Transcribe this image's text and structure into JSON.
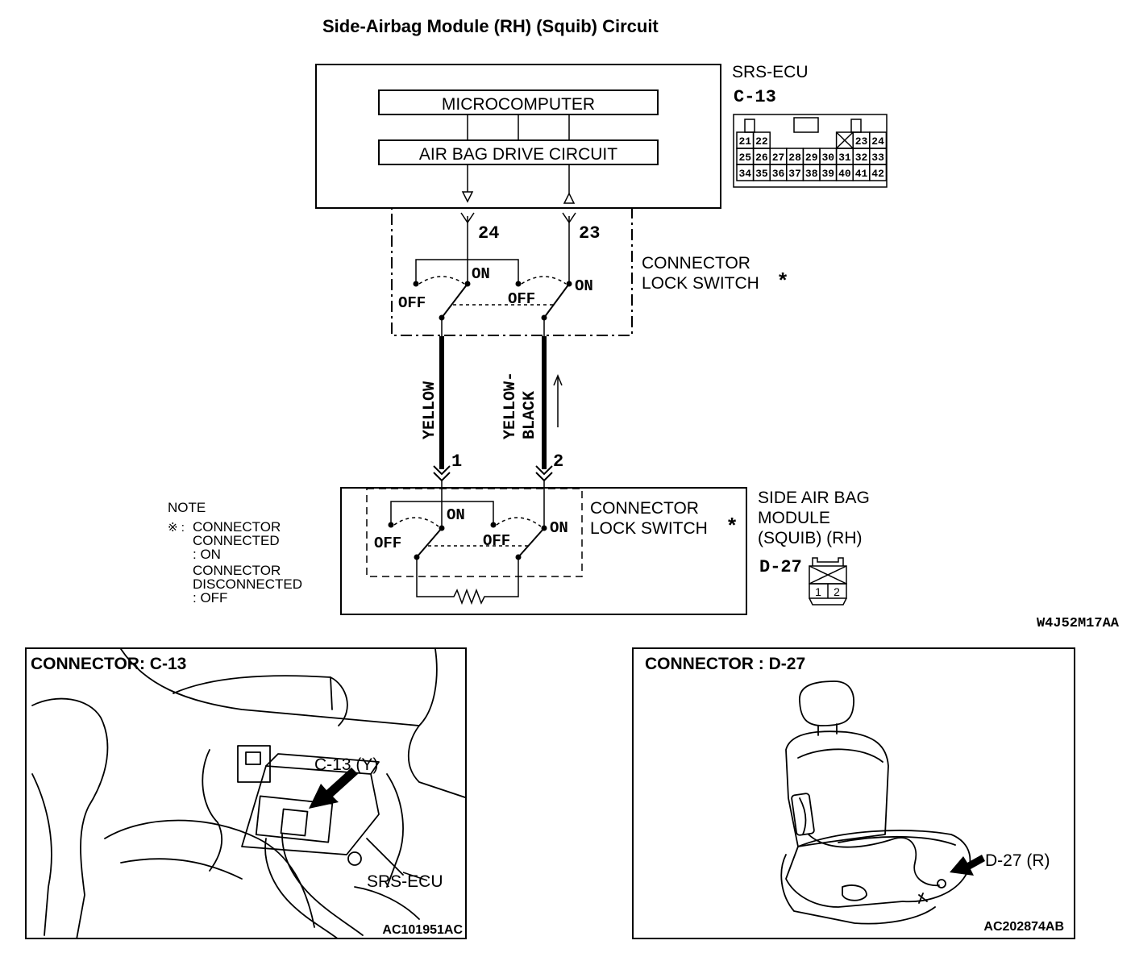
{
  "title": "Side-Airbag Module (RH) (Squib) Circuit",
  "ecu": {
    "name": "SRS-ECU",
    "connector_id": "C-13",
    "blocks": [
      "MICROCOMPUTER",
      "AIR BAG DRIVE CIRCUIT"
    ],
    "pin_rows": [
      [
        "21",
        "22",
        "",
        "",
        "",
        "",
        "",
        "23",
        "24"
      ],
      [
        "25",
        "26",
        "27",
        "28",
        "29",
        "30",
        "31",
        "32",
        "33"
      ],
      [
        "34",
        "35",
        "36",
        "37",
        "38",
        "39",
        "40",
        "41",
        "42"
      ]
    ],
    "pins_used": [
      "24",
      "23"
    ]
  },
  "lock_switch_label": "CONNECTOR LOCK SWITCH",
  "lock_switch_line1": "CONNECTOR",
  "lock_switch_line2": "LOCK SWITCH",
  "asterisk": "*",
  "switch_states": {
    "on": "ON",
    "off": "OFF"
  },
  "wires": [
    {
      "color": "YELLOW",
      "pin": "1"
    },
    {
      "color_line1": "YELLOW-",
      "color_line2": "BLACK",
      "pin": "2"
    }
  ],
  "module": {
    "line1": "SIDE AIR BAG",
    "line2": "MODULE",
    "line3": "(SQUIB) (RH)",
    "connector_id": "D-27",
    "pins": [
      "1",
      "2"
    ]
  },
  "note": {
    "heading": "NOTE",
    "mark": "※ :",
    "line1": "CONNECTOR",
    "line2": "CONNECTED",
    "line3": ": ON",
    "line4": "CONNECTOR",
    "line5": "DISCONNECTED",
    "line6": ": OFF"
  },
  "diagram_code": "W4J52M17AA",
  "panels": [
    {
      "title": "CONNECTOR: C-13",
      "callout": "C-13 (Y)",
      "label": "SRS-ECU",
      "code": "AC101951AC"
    },
    {
      "title": "CONNECTOR : D-27",
      "callout": "D-27 (R)",
      "code": "AC202874AB"
    }
  ]
}
